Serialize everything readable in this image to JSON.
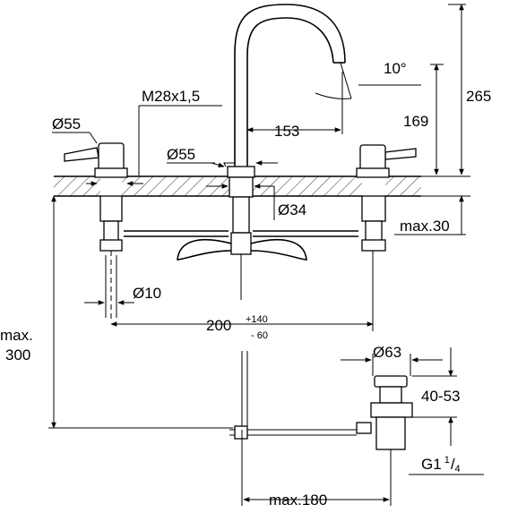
{
  "dimensions": {
    "d55_left": "Ø55",
    "thread": "M28x1,5",
    "d55_center": "Ø55",
    "reach": "153",
    "angle": "10°",
    "height_total": "265",
    "height_spout": "169",
    "d34": "Ø34",
    "max30": "max.30",
    "d10": "Ø10",
    "spacing_base": "200",
    "spacing_plus": "+140",
    "spacing_minus": "- 60",
    "max300_line1": "max.",
    "max300_line2": "300",
    "d63": "Ø63",
    "range": "40-53",
    "g_thread_main": "G1",
    "g_thread_num": "1",
    "g_thread_den": "4",
    "max180": "max.180"
  }
}
